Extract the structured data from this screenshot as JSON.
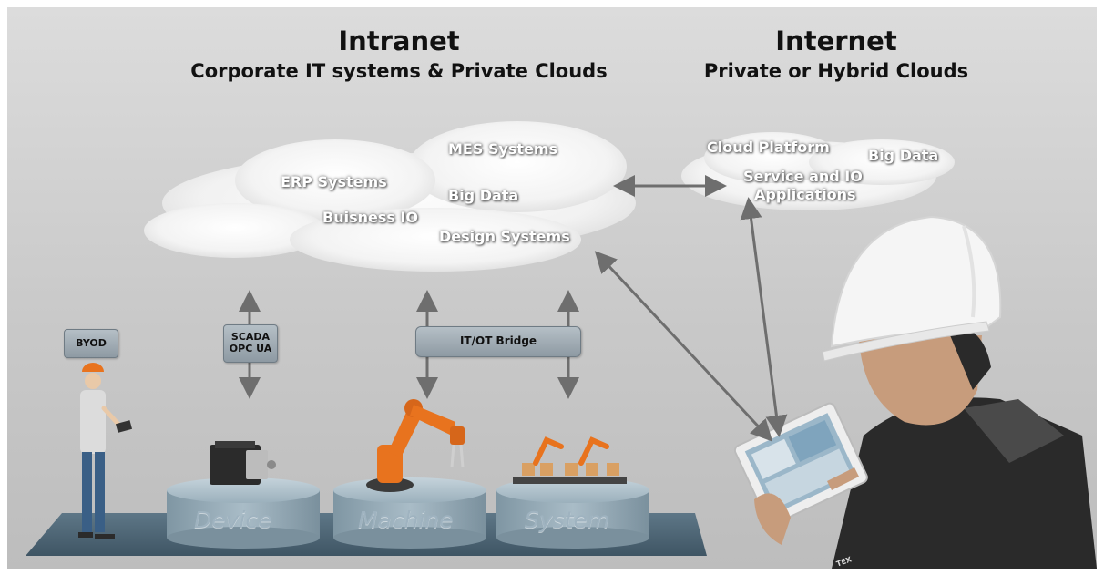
{
  "intranet": {
    "title": "Intranet",
    "subtitle": "Corporate IT systems & Private Clouds"
  },
  "internet": {
    "title": "Internet",
    "subtitle": "Private or Hybrid Clouds"
  },
  "intranet_cloud": {
    "items": [
      "MES Systems",
      "ERP Systems",
      "Big Data",
      "Buisness IO",
      "Design Systems"
    ]
  },
  "internet_cloud": {
    "items": [
      "Cloud Platform",
      "Big Data",
      "Service and IO",
      "Applications"
    ]
  },
  "boxes": {
    "byod": "BYOD",
    "scada_line1": "SCADA",
    "scada_line2": "OPC UA",
    "itot": "IT/OT Bridge"
  },
  "pedestals": {
    "device": "Device",
    "machine": "Machine",
    "system": "System"
  },
  "vest_label": "TEX",
  "colors": {
    "robot_orange": "#e8731e",
    "arrow_gray": "#6e6e6e",
    "box_fill": "#a3aeb6",
    "pedestal": "#8fa6b3",
    "helmet": "#f5f5f5"
  }
}
